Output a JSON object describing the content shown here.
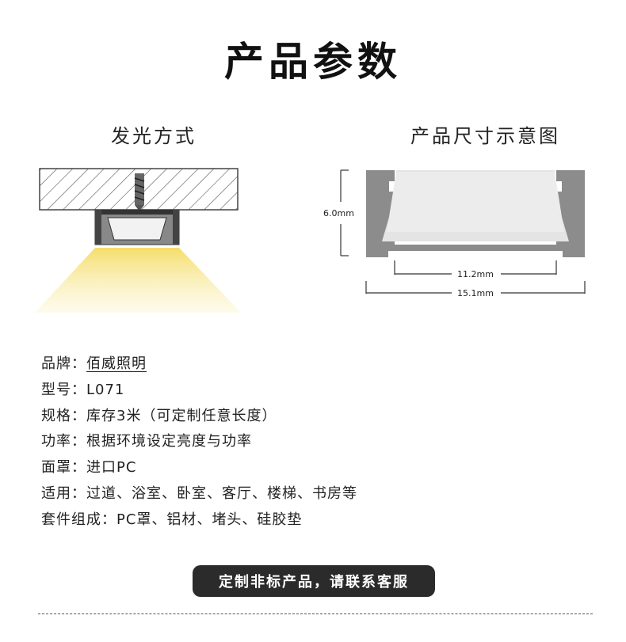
{
  "title": "产品参数",
  "left_panel": {
    "heading": "发光方式"
  },
  "right_panel": {
    "heading": "产品尺寸示意图",
    "height_label": "6.0mm",
    "inner_width_label": "11.2mm",
    "outer_width_label": "15.1mm"
  },
  "specs": [
    {
      "key": "品牌：",
      "value": "佰威照明"
    },
    {
      "key": "型号：",
      "value": "L071"
    },
    {
      "key": "规格：",
      "value": "库存3米（可定制任意长度）"
    },
    {
      "key": "功率：",
      "value": "根据环境设定亮度与功率"
    },
    {
      "key": "面罩：",
      "value": "进口PC"
    },
    {
      "key": "适用：",
      "value": "过道、浴室、卧室、客厅、楼梯、书房等"
    },
    {
      "key": "套件组成：",
      "value": "PC罩、铝材、堵头、硅胶垫"
    }
  ],
  "cta_label": "定制非标产品，请联系客服",
  "colors": {
    "light": "#f7e27a",
    "profile": "#8c8c8c",
    "dark": "#2b2b2b"
  }
}
